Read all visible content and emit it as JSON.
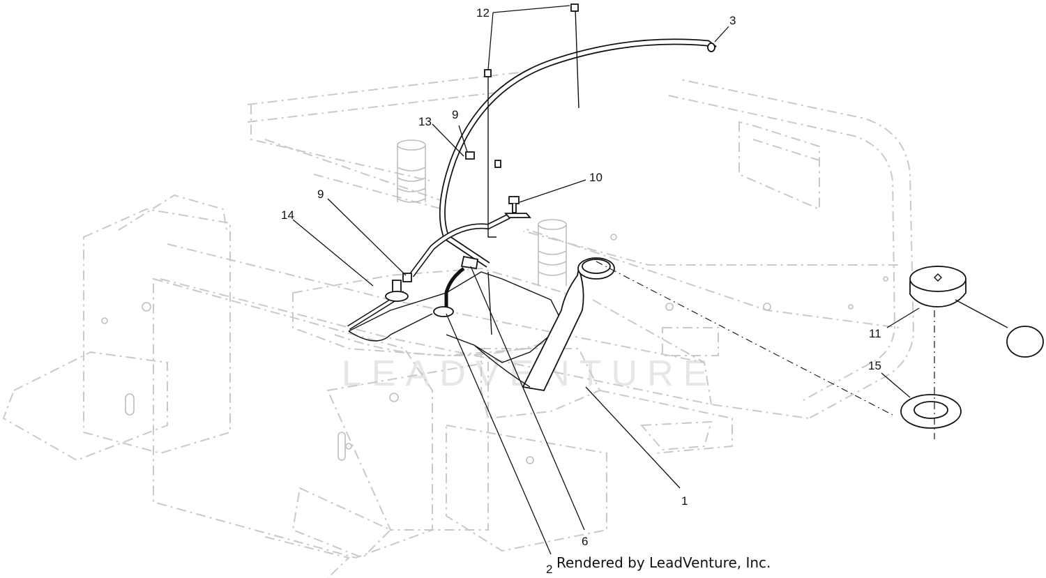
{
  "watermark_text": "LEADVENTURE",
  "credit_text": "Rendered by LeadVenture, Inc.",
  "callouts": [
    {
      "id": "c1",
      "label": "1"
    },
    {
      "id": "c2",
      "label": "2"
    },
    {
      "id": "c3",
      "label": "3"
    },
    {
      "id": "c6",
      "label": "6"
    },
    {
      "id": "c9a",
      "label": "9"
    },
    {
      "id": "c9b",
      "label": "9"
    },
    {
      "id": "c10",
      "label": "10"
    },
    {
      "id": "c11",
      "label": "11"
    },
    {
      "id": "c12",
      "label": "12"
    },
    {
      "id": "c13",
      "label": "13"
    },
    {
      "id": "c14",
      "label": "14"
    },
    {
      "id": "c15",
      "label": "15"
    }
  ]
}
